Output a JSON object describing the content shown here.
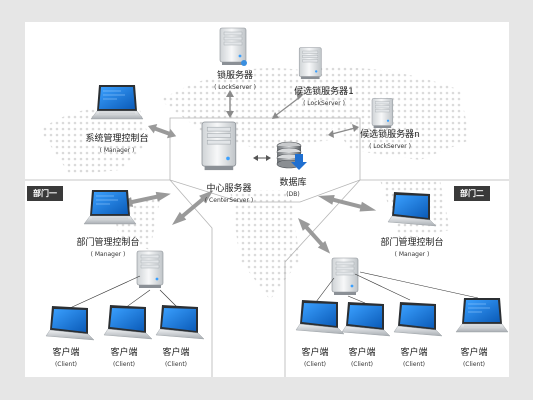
{
  "departments": {
    "left": "部门一",
    "right": "部门二"
  },
  "nodes": {
    "lock_server": {
      "zh": "锁服务器",
      "en": "( LockServer )"
    },
    "candidate_lock_1": {
      "zh": "候选锁服务器1",
      "en": "( LockServer )"
    },
    "candidate_lock_n": {
      "zh": "候选锁服务器n",
      "en": "( LockServer )"
    },
    "system_console": {
      "zh": "系统管理控制台",
      "en": "( Manager )"
    },
    "center_server": {
      "zh": "中心服务器",
      "en": "( CenterServer )"
    },
    "database": {
      "zh": "数据库",
      "en": "(DB)"
    },
    "dept1_manager": {
      "zh": "部门管理控制台",
      "en": "( Manager )"
    },
    "dept2_manager": {
      "zh": "部门管理控制台",
      "en": "( Manager )"
    },
    "client": {
      "zh": "客户端",
      "en": "(Client)"
    }
  },
  "colors": {
    "background": "#e6e6e6",
    "panel": "#ffffff",
    "screen_blue": "#1e78d2",
    "arrow_gray": "#9a9a9a",
    "db_arrow_blue": "#1f6fd0"
  }
}
